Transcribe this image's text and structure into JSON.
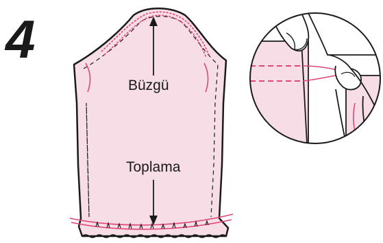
{
  "step_number": "4",
  "labels": {
    "top": "Büzgü",
    "middle": "Toplama"
  },
  "colors": {
    "fabric": "#f6dde6",
    "outline": "#1a1a1a",
    "stitch": "#e0457b"
  }
}
